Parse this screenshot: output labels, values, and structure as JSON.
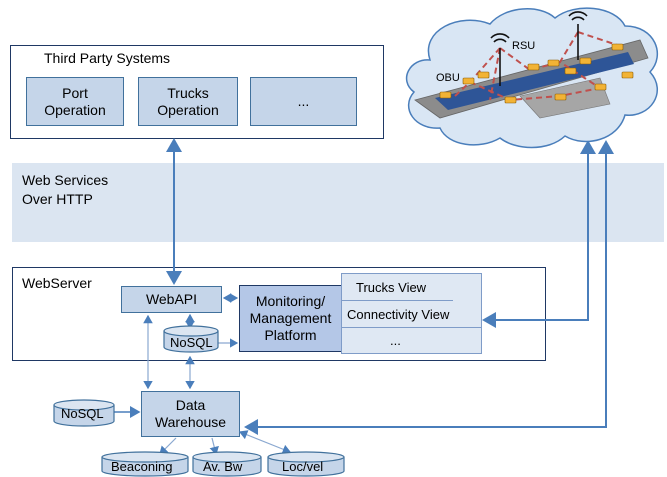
{
  "third_party": {
    "title": "Third Party Systems",
    "port_line1": "Port",
    "port_line2": "Operation",
    "trucks_line1": "Trucks",
    "trucks_line2": "Operation",
    "more": "..."
  },
  "band": {
    "line1": "Web Services",
    "line2": "Over HTTP"
  },
  "webserver": {
    "title": "WebServer",
    "webapi": "WebAPI",
    "nosql": "NoSQL",
    "platform_line1": "Monitoring/",
    "platform_line2": "Management",
    "platform_line3": "Platform",
    "views": [
      "Trucks View",
      "Connectivity View",
      "..."
    ]
  },
  "warehouse": {
    "line1": "Data",
    "line2": "Warehouse",
    "nosql": "NoSQL",
    "stores": [
      "Beaconing",
      "Av. Bw",
      "Loc/vel"
    ]
  },
  "cloud": {
    "obu": "OBU",
    "rsu": "RSU"
  },
  "colors": {
    "box_border": "#1f3864",
    "fill": "#c5d5e9",
    "band": "#dbe5f1",
    "arrow": "#4a7ebb",
    "cloud": "#d9e6f4",
    "road": "#7f7f7f",
    "water": "#2e5597",
    "truck": "#f2b335",
    "link": "#c0504d"
  }
}
